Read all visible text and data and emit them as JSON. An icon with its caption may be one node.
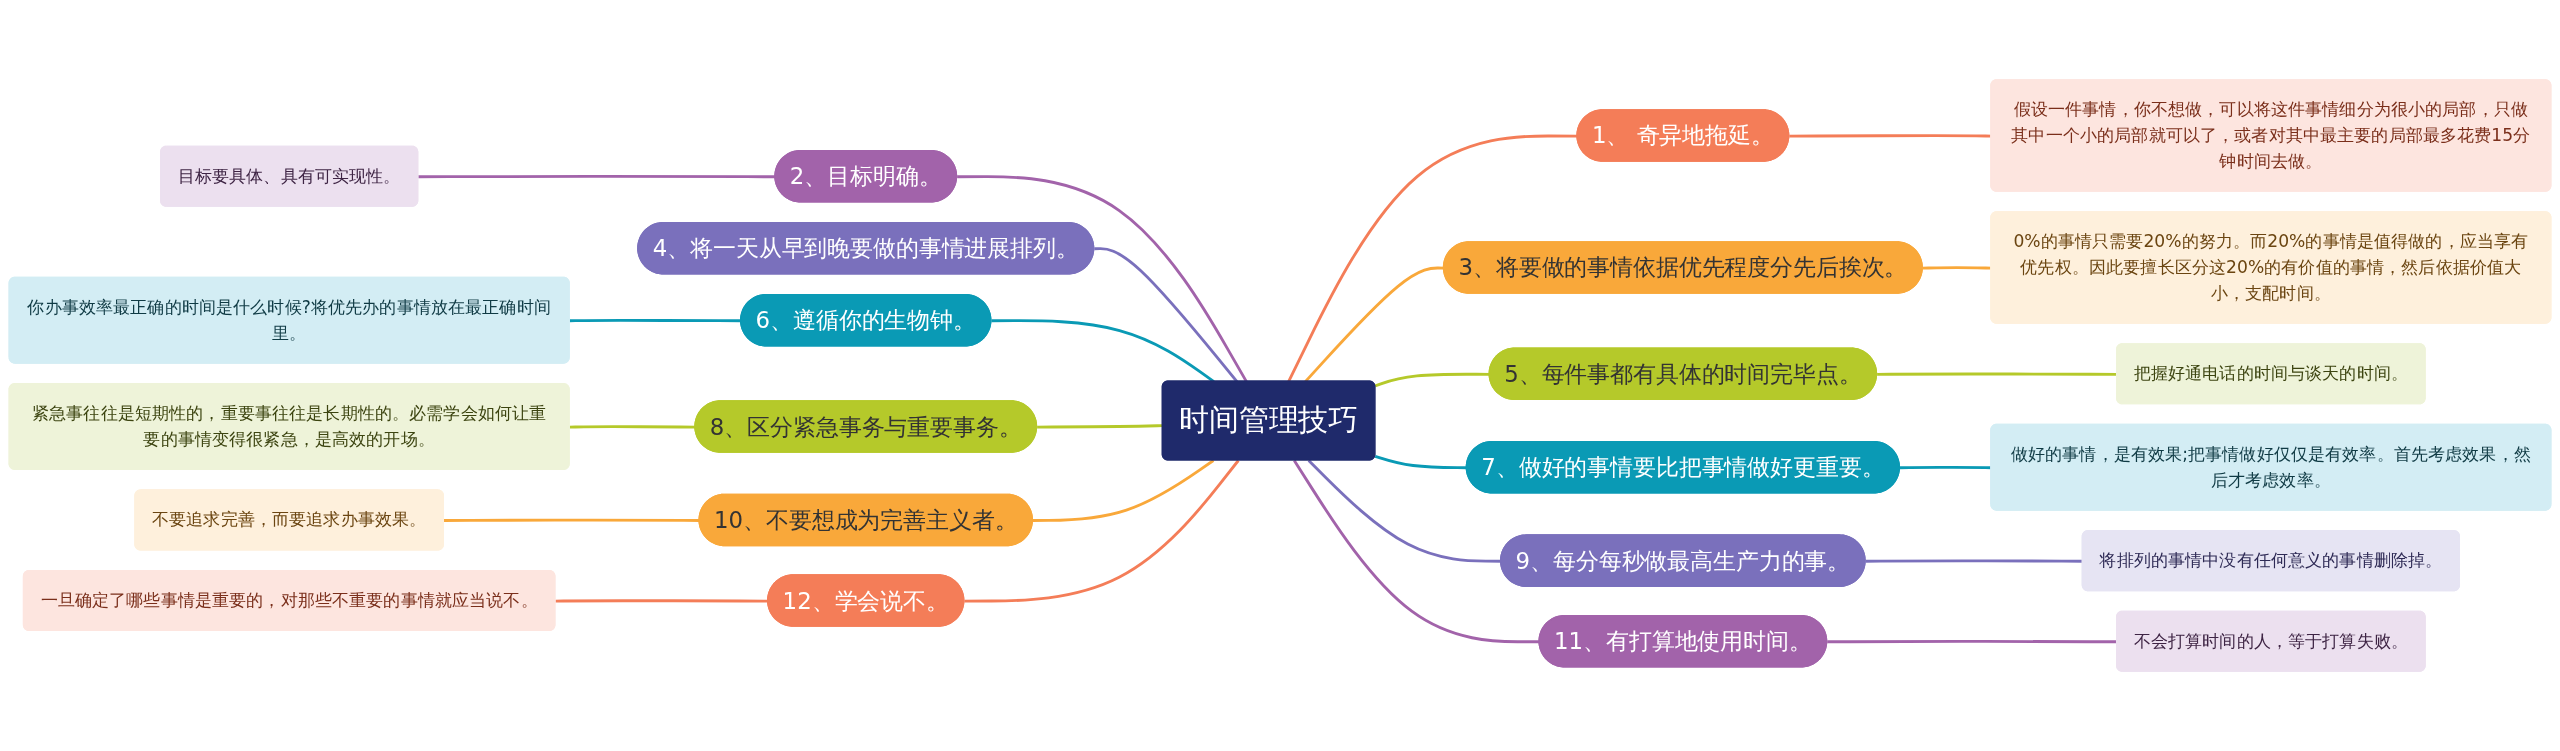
{
  "diagram": {
    "nodes": [
      {
        "text": [
          "时间管理技巧"
        ]
      },
      {
        "text": [
          "1、 奇异地拖延。"
        ]
      },
      {
        "text": [
          "2、目标明确。"
        ]
      },
      {
        "text": [
          "3、将要做的事情依据优先程度分先后挨次。"
        ]
      },
      {
        "text": [
          "4、将一天从早到晚要做的事情进展排列。"
        ]
      },
      {
        "text": [
          "5、每件事都有具体的时间完毕点。"
        ]
      },
      {
        "text": [
          "6、遵循你的生物钟。"
        ]
      },
      {
        "text": [
          "7、做好的事情要比把事情做好更重要。"
        ]
      },
      {
        "text": [
          "8、区分紧急事务与重要事务。"
        ]
      },
      {
        "text": [
          "9、每分每秒做最高生产力的事。"
        ]
      },
      {
        "text": [
          "10、不要想成为完善主义者。"
        ]
      },
      {
        "text": [
          "11、有打算地使用时间。"
        ]
      },
      {
        "text": [
          "12、学会说不。"
        ]
      },
      {
        "text": [
          "假设一件事情，你不想做，可以将这件事情细分为很小的局部，只做其中一个小的局部就可以了，或者对其中最主要的局部最多花费15分钟时间去做。"
        ]
      },
      {
        "text": [
          "目标要具体、具有可实现性。"
        ]
      },
      {
        "text": [
          "0%的事情只需要20%的努力。而20%的事情是值得做的，应当享有优先权。因此要擅长区分这20%的有价值的事情，然后依据价值大小，支配时间。"
        ]
      },
      {
        "text": [
          "把握好通电话的时间与谈天的时间。"
        ]
      },
      {
        "text": [
          "你办事效率最正确的时间是什么时候?将优先办的事情放在最正确时间里。"
        ]
      },
      {
        "text": [
          "做好的事情，是有效果;把事情做好仅仅是有效率。首先考虑效果，然后才考虑效率。"
        ]
      },
      {
        "text": [
          "紧急事往往是短期性的，重要事往往是长期性的。必需学会如何让重要的事情变得很紧急，是高效的开场。"
        ]
      },
      {
        "text": [
          "将排列的事情中没有任何意义的事情删除掉。"
        ]
      },
      {
        "text": [
          "不要追求完善，而要追求办事效果。"
        ]
      },
      {
        "text": [
          "不会打算时间的人，等于打算失败。"
        ]
      },
      {
        "text": [
          "一旦确定了哪些事情是重要的，对那些不重要的事情就应当说不。"
        ]
      }
    ],
    "edges": [
      {
        "from": 14,
        "to": 2,
        "arrow": "none",
        "color": "#a263aa"
      },
      {
        "from": 2,
        "to": 0,
        "arrow": "none",
        "color": "#a263aa"
      },
      {
        "from": 4,
        "to": 0,
        "arrow": "none",
        "color": "#7a70bc"
      },
      {
        "from": 17,
        "to": 6,
        "arrow": "none",
        "color": "#0a9ab5"
      },
      {
        "from": 6,
        "to": 0,
        "arrow": "none",
        "color": "#0a9ab5"
      },
      {
        "from": 19,
        "to": 8,
        "arrow": "none",
        "color": "#b5c92a"
      },
      {
        "from": 8,
        "to": 0,
        "arrow": "none",
        "color": "#b5c92a"
      },
      {
        "from": 21,
        "to": 10,
        "arrow": "none",
        "color": "#f9a83a"
      },
      {
        "from": 10,
        "to": 0,
        "arrow": "none",
        "color": "#f9a83a"
      },
      {
        "from": 23,
        "to": 12,
        "arrow": "none",
        "color": "#f47d58"
      },
      {
        "from": 12,
        "to": 0,
        "arrow": "none",
        "color": "#f47d58"
      },
      {
        "from": 0,
        "to": 1,
        "arrow": "none",
        "color": "#f47d58"
      },
      {
        "from": 1,
        "to": 13,
        "arrow": "none",
        "color": "#f47d58"
      },
      {
        "from": 0,
        "to": 3,
        "arrow": "none",
        "color": "#f9a83a"
      },
      {
        "from": 3,
        "to": 15,
        "arrow": "none",
        "color": "#f9a83a"
      },
      {
        "from": 0,
        "to": 5,
        "arrow": "none",
        "color": "#b5c92a"
      },
      {
        "from": 5,
        "to": 16,
        "arrow": "none",
        "color": "#b5c92a"
      },
      {
        "from": 0,
        "to": 7,
        "arrow": "none",
        "color": "#0a9ab5"
      },
      {
        "from": 7,
        "to": 18,
        "arrow": "none",
        "color": "#0a9ab5"
      },
      {
        "from": 0,
        "to": 9,
        "arrow": "none",
        "color": "#7a70bc"
      },
      {
        "from": 9,
        "to": 20,
        "arrow": "none",
        "color": "#7a70bc"
      },
      {
        "from": 0,
        "to": 11,
        "arrow": "none",
        "color": "#a263aa"
      },
      {
        "from": 11,
        "to": 22,
        "arrow": "none",
        "color": "#a263aa"
      }
    ]
  }
}
